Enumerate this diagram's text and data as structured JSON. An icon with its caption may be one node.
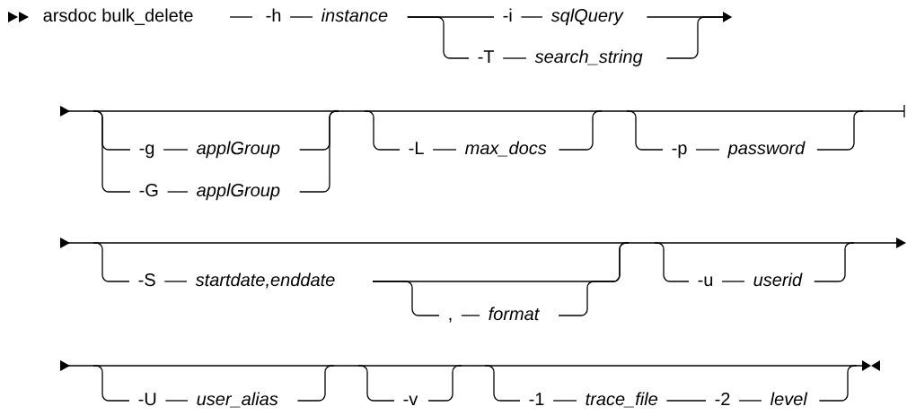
{
  "diagram": {
    "nodes": [
      {
        "text": [
          "arsdoc bulk_delete"
        ]
      },
      {
        "text": [
          "-h"
        ]
      },
      {
        "text": [
          "instance"
        ]
      },
      {
        "text": [
          "-i"
        ]
      },
      {
        "text": [
          "sqlQuery"
        ]
      },
      {
        "text": [
          "-T"
        ]
      },
      {
        "text": [
          "search_string"
        ]
      },
      {
        "text": [
          "-g"
        ]
      },
      {
        "text": [
          "applGroup"
        ]
      },
      {
        "text": [
          "-G"
        ]
      },
      {
        "text": [
          "applGroup"
        ]
      },
      {
        "text": [
          "-L"
        ]
      },
      {
        "text": [
          "max_docs"
        ]
      },
      {
        "text": [
          "-p"
        ]
      },
      {
        "text": [
          "password"
        ]
      },
      {
        "text": [
          "-S"
        ]
      },
      {
        "text": [
          "startdate,enddate"
        ]
      },
      {
        "text": [
          ","
        ]
      },
      {
        "text": [
          "format"
        ]
      },
      {
        "text": [
          "-u"
        ]
      },
      {
        "text": [
          "userid"
        ]
      },
      {
        "text": [
          "-U"
        ]
      },
      {
        "text": [
          "user_alias"
        ]
      },
      {
        "text": [
          "-v"
        ]
      },
      {
        "text": [
          "-1"
        ]
      },
      {
        "text": [
          "trace_file"
        ]
      },
      {
        "text": [
          "-2"
        ]
      },
      {
        "text": [
          "level"
        ]
      },
      {
        "text": [],
        "shape": "bar"
      },
      {
        "text": [],
        "shape": "bar"
      },
      {
        "text": [],
        "shape": "bar"
      }
    ],
    "edges": [
      {
        "from": 1,
        "to": 2,
        "arrow": "none"
      },
      {
        "from": 3,
        "to": 4,
        "arrow": "none"
      },
      {
        "from": 5,
        "to": 6,
        "arrow": "none"
      },
      {
        "from": 7,
        "to": 8,
        "arrow": "none"
      },
      {
        "from": 9,
        "to": 10,
        "arrow": "none"
      },
      {
        "from": 11,
        "to": 12,
        "arrow": "none"
      },
      {
        "from": 13,
        "to": 14,
        "arrow": "none"
      },
      {
        "from": 15,
        "to": 16,
        "arrow": "none"
      },
      {
        "from": 17,
        "to": 18,
        "arrow": "none"
      },
      {
        "from": 19,
        "to": 20,
        "arrow": "none"
      },
      {
        "from": 21,
        "to": 22,
        "arrow": "none"
      },
      {
        "from": 24,
        "to": 25,
        "arrow": "none"
      },
      {
        "from": 25,
        "to": 26,
        "arrow": "none"
      },
      {
        "from": 26,
        "to": 27,
        "arrow": "none"
      },
      {
        "from": 2,
        "to": 3,
        "arrow": "none"
      },
      {
        "from": 2,
        "to": 5,
        "arrow": "none"
      },
      {
        "from": 4,
        "to": null,
        "arrow": "to"
      },
      {
        "from": 6,
        "to": null,
        "arrow": "to"
      },
      {
        "from": 28,
        "to": 7,
        "arrow": "none"
      },
      {
        "from": 28,
        "to": 9,
        "arrow": "none"
      },
      {
        "from": 8,
        "to": 28,
        "arrow": "none"
      },
      {
        "from": 10,
        "to": 28,
        "arrow": "none"
      },
      {
        "from": 28,
        "to": 11,
        "arrow": "none"
      },
      {
        "from": 12,
        "to": 28,
        "arrow": "none"
      },
      {
        "from": 28,
        "to": 13,
        "arrow": "none"
      },
      {
        "from": 14,
        "to": 28,
        "arrow": "none"
      },
      {
        "from": 29,
        "to": 15,
        "arrow": "none"
      },
      {
        "from": 16,
        "to": 29,
        "arrow": "none"
      },
      {
        "from": 16,
        "to": 17,
        "arrow": "none"
      },
      {
        "from": 18,
        "to": 29,
        "arrow": "none"
      },
      {
        "from": 29,
        "to": 19,
        "arrow": "none"
      },
      {
        "from": 20,
        "to": 29,
        "arrow": "none"
      },
      {
        "from": 30,
        "to": 21,
        "arrow": "none"
      },
      {
        "from": 22,
        "to": 30,
        "arrow": "none"
      },
      {
        "from": 30,
        "to": 23,
        "arrow": "none"
      },
      {
        "from": 23,
        "to": 30,
        "arrow": "none"
      },
      {
        "from": 30,
        "to": 24,
        "arrow": "none"
      },
      {
        "from": 27,
        "to": 30,
        "arrow": "none"
      }
    ]
  }
}
